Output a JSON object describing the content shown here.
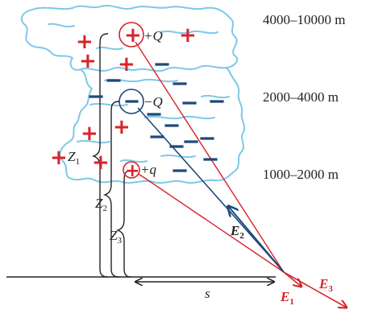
{
  "colors": {
    "cloud": "#7ec8e8",
    "positive": "#d8232a",
    "negative": "#1d4a7a",
    "line": "#222222"
  },
  "altitudes": {
    "top": "4000–10000 m",
    "middle": "2000–4000 m",
    "bottom": "1000–2000 m"
  },
  "charges": {
    "top": "+Q",
    "middle": "−Q",
    "bottom": "+q"
  },
  "heights": {
    "z1": "Z",
    "z1_sub": "1",
    "z2": "Z",
    "z2_sub": "2",
    "z3": "Z",
    "z3_sub": "3"
  },
  "distance": "s",
  "fields": {
    "e1": "E",
    "e1_sub": "1",
    "e2": "E",
    "e2_sub": "2",
    "e3": "E",
    "e3_sub": "3"
  }
}
